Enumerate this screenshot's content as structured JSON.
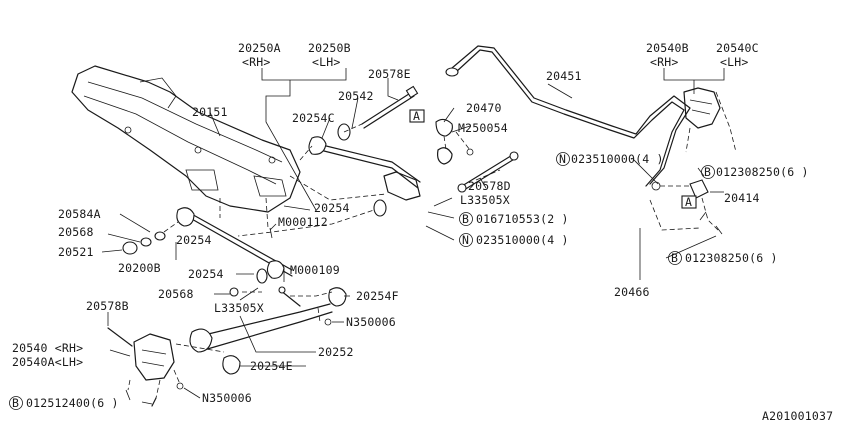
{
  "labels": {
    "p20250A": "20250A",
    "p20250A_side": "<RH>",
    "p20250B": "20250B",
    "p20250B_side": "<LH>",
    "p20578E": "20578E",
    "p20451": "20451",
    "p20540B": "20540B",
    "p20540B_side": "<RH>",
    "p20540C": "20540C",
    "p20540C_side": "<LH>",
    "p20151": "20151",
    "p20542": "20542",
    "p20254C": "20254C",
    "p20470": "20470",
    "pM250054": "M250054",
    "pN023510000_top": "023510000(4 )",
    "p012308250_top": "012308250(6 )",
    "p20578D": "20578D",
    "pL33505X_top": "L33505X",
    "p20414": "20414",
    "p016710553": "016710553(2 )",
    "pN023510000_mid": "023510000(4 )",
    "p012308250_mid": "012308250(6 )",
    "p20254_mid": "20254",
    "pM000112": "M000112",
    "p20584A": "20584A",
    "p20568_left": "20568",
    "p20254_left": "20254",
    "p20521": "20521",
    "p20200B": "20200B",
    "p20254_low": "20254",
    "pM000109": "M000109",
    "p20466": "20466",
    "p20568_low": "20568",
    "pL33505X_low": "L33505X",
    "p20254F": "20254F",
    "p20578B": "20578B",
    "pN350006_right": "N350006",
    "p20540": "20540 <RH>",
    "p20540A": "20540A<LH>",
    "p20252": "20252",
    "p20254E": "20254E",
    "p012512400": "012512400(6 )",
    "pN350006_bottom": "N350006",
    "figure_code": "A201001037"
  },
  "markers": {
    "box_a": "A",
    "circle_b": "B",
    "circle_n": "N"
  }
}
